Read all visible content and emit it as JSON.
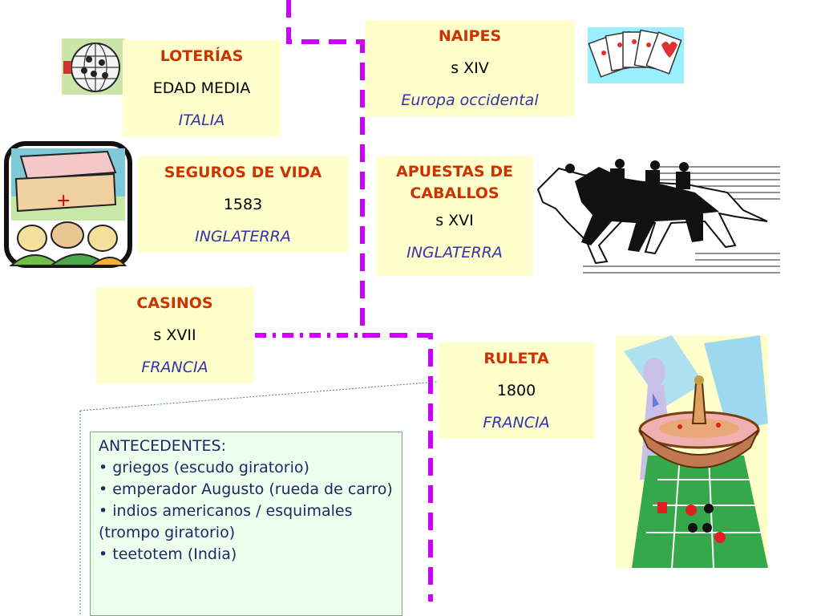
{
  "loterias": {
    "title": "LOTERÍAS",
    "period": "EDAD MEDIA",
    "place": "ITALIA"
  },
  "naipes": {
    "title": "NAIPES",
    "period": "s XIV",
    "place": "Europa occidental"
  },
  "seguros": {
    "title": "SEGUROS DE VIDA",
    "period": "1583",
    "place": "INGLATERRA"
  },
  "apuestas": {
    "title_line1": "APUESTAS DE",
    "title_line2": "CABALLOS",
    "period": "s XVI",
    "place": "INGLATERRA"
  },
  "casinos": {
    "title": "CASINOS",
    "period": "s XVII",
    "place": "FRANCIA"
  },
  "ruleta": {
    "title": "RULETA",
    "period": "1800",
    "place": "FRANCIA"
  },
  "antecedentes": {
    "heading": "ANTECEDENTES:",
    "items": [
      "• griegos (escudo giratorio)",
      "• emperador Augusto (rueda de carro)",
      "• indios americanos / esquimales (trompo giratorio)",
      "• teetotem (India)"
    ]
  },
  "colors": {
    "box_fill": "#ffffcc",
    "title": "#cc3300",
    "place": "#3333aa",
    "connector": "#cc00ff",
    "note_fill": "#eeffee"
  },
  "icons": [
    "lottery-ball-icon",
    "playing-cards-icon",
    "coffin-icon",
    "horse-race-icon",
    "roulette-icon"
  ]
}
